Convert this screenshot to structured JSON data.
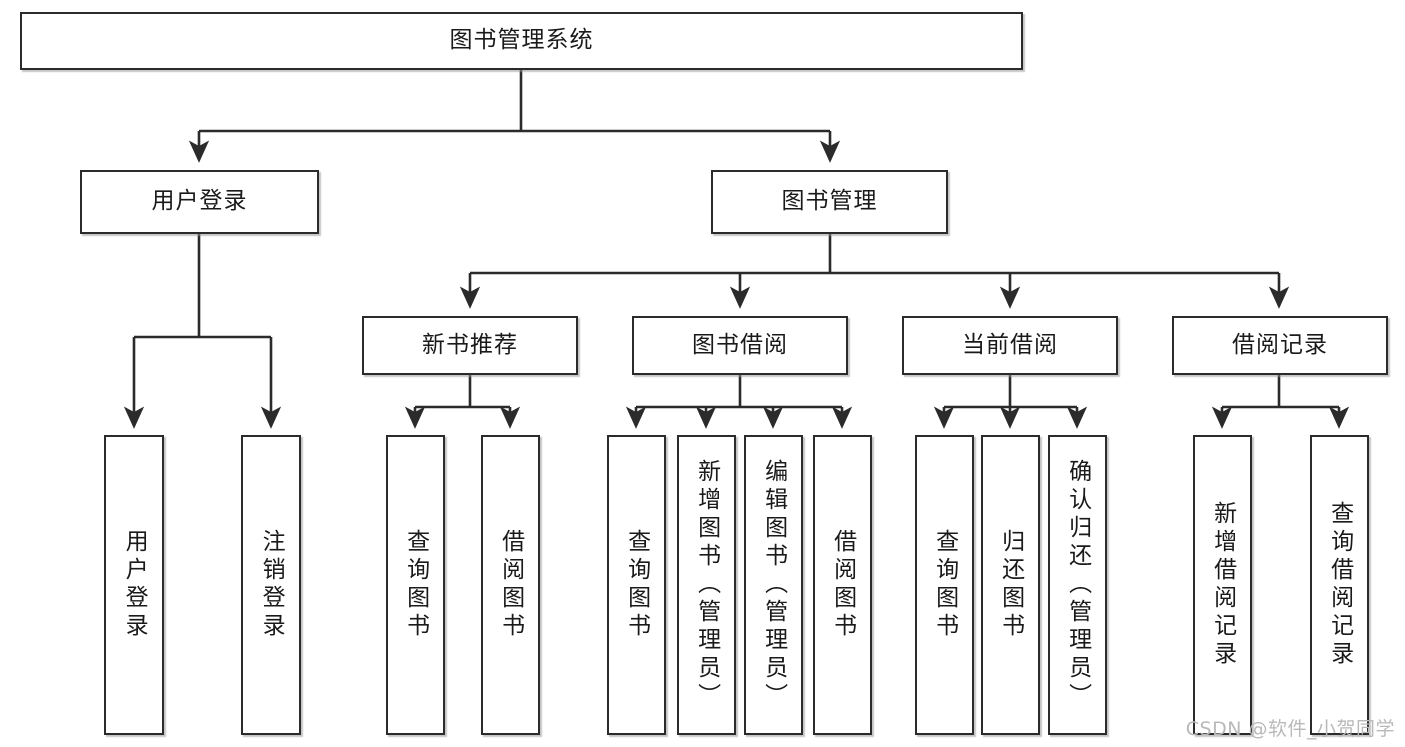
{
  "diagram": {
    "title": "图书管理系统",
    "watermark": "CSDN @软件_小贺同学",
    "style": {
      "stroke": "#2b2b2b",
      "fill": "#ffffff",
      "text": "#1a1a1a",
      "watermark_color": "#b9b9b9"
    },
    "root": {
      "label": "图书管理系统",
      "orientation": "horizontal"
    },
    "level2": [
      {
        "label": "用户登录",
        "orientation": "horizontal"
      },
      {
        "label": "图书管理",
        "orientation": "horizontal"
      }
    ],
    "level3": [
      {
        "label": "新书推荐",
        "orientation": "horizontal"
      },
      {
        "label": "图书借阅",
        "orientation": "horizontal"
      },
      {
        "label": "当前借阅",
        "orientation": "horizontal"
      },
      {
        "label": "借阅记录",
        "orientation": "horizontal"
      }
    ],
    "leaves": {
      "user_login": [
        {
          "label": "用户登录",
          "orientation": "vertical"
        },
        {
          "label": "注销登录",
          "orientation": "vertical"
        }
      ],
      "new_book_recommend": [
        {
          "label": "查询图书",
          "orientation": "vertical"
        },
        {
          "label": "借阅图书",
          "orientation": "vertical"
        }
      ],
      "book_borrow": [
        {
          "label": "查询图书",
          "orientation": "vertical"
        },
        {
          "label": "新增图书（管理员）",
          "orientation": "vertical"
        },
        {
          "label": "编辑图书（管理员）",
          "orientation": "vertical"
        },
        {
          "label": "借阅图书",
          "orientation": "vertical"
        }
      ],
      "current_borrow": [
        {
          "label": "查询图书",
          "orientation": "vertical"
        },
        {
          "label": "归还图书",
          "orientation": "vertical"
        },
        {
          "label": "确认归还（管理员）",
          "orientation": "vertical"
        }
      ],
      "borrow_record": [
        {
          "label": "新增借阅记录",
          "orientation": "vertical"
        },
        {
          "label": "查询借阅记录",
          "orientation": "vertical"
        }
      ]
    }
  }
}
